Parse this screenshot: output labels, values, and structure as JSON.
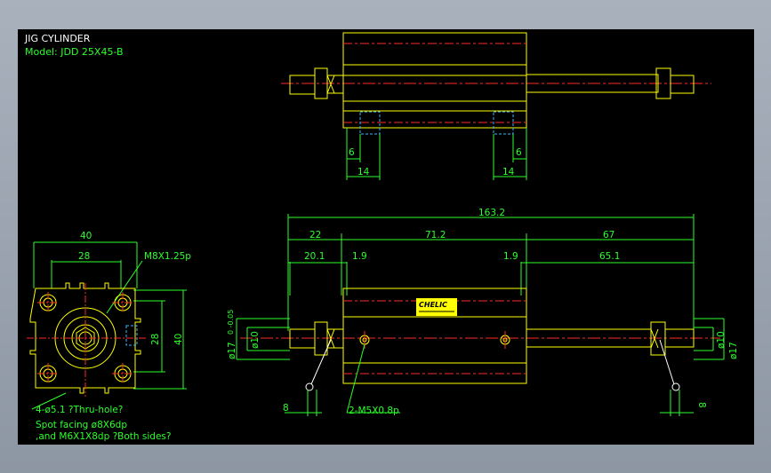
{
  "title": {
    "line1": "JIG CYLINDER",
    "line2": "Model: JDD 25X45-B"
  },
  "colors": {
    "background": "#000000",
    "outline": "#ffff00",
    "dimension": "#2cff2c",
    "centerline": "#ff2a2a",
    "hidden": "#38b6ff",
    "frame": "#9aa3b0"
  },
  "top_view": {
    "dims": [
      "6",
      "14",
      "6",
      "14"
    ]
  },
  "side_view": {
    "overall": "163.2",
    "seg1": "22",
    "seg2": "71.2",
    "seg3": "67",
    "sub1": "20.1",
    "sub2": "1.9",
    "sub3": "1.9",
    "sub4": "65.1",
    "dia_left_inner": "ø10",
    "dia_left_outer": "ø17",
    "tol_left": "0\n-0.05",
    "dia_right_inner": "ø10",
    "dia_right_outer": "ø17",
    "ports": "2-M5X0.8p",
    "dim_bottom_left": "8",
    "dim_bottom_right": "8",
    "label_plate": "CHELIC"
  },
  "end_view": {
    "width_outer": "40",
    "width_inner": "28",
    "thread": "M8X1.25p",
    "height_inner": "28",
    "height_outer": "40",
    "note1": "4-ø5.1 ?Thru-hole?",
    "note2": "Spot facing  ø8X6dp",
    "note3": ",and M6X1X8dp ?Both sides?"
  }
}
